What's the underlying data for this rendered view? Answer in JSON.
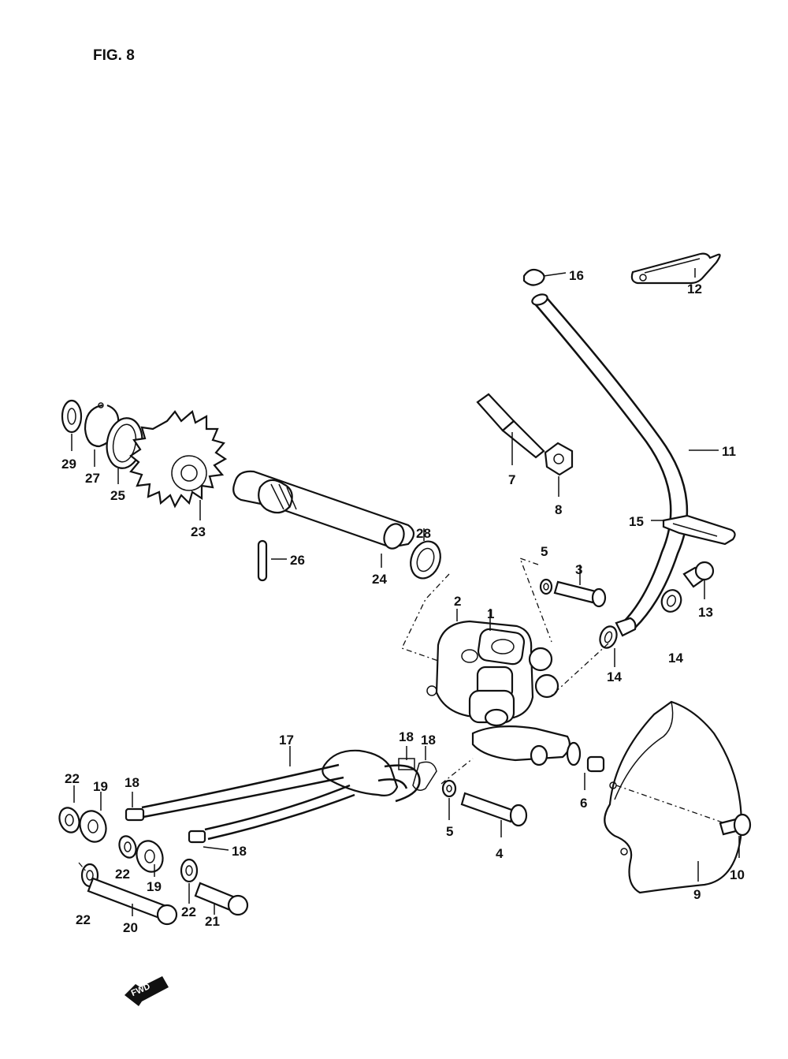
{
  "figure": {
    "title": "FIG. 8",
    "direction_mark": "FWD"
  },
  "callouts": {
    "p1": "1",
    "p2": "2",
    "p3": "3",
    "p4": "4",
    "p5a": "5",
    "p5b": "5",
    "p6": "6",
    "p7": "7",
    "p8": "8",
    "p9": "9",
    "p10": "10",
    "p11": "11",
    "p12": "12",
    "p13": "13",
    "p14a": "14",
    "p14b": "14",
    "p15": "15",
    "p16": "16",
    "p17": "17",
    "p18a": "18",
    "p18b": "18",
    "p18c": "18",
    "p18d": "18",
    "p19a": "19",
    "p19b": "19",
    "p20": "20",
    "p21": "21",
    "p22a": "22",
    "p22b": "22",
    "p22c": "22",
    "p22d": "22",
    "p23": "23",
    "p24": "24",
    "p25": "25",
    "p26": "26",
    "p27": "27",
    "p28": "28",
    "p29": "29"
  }
}
